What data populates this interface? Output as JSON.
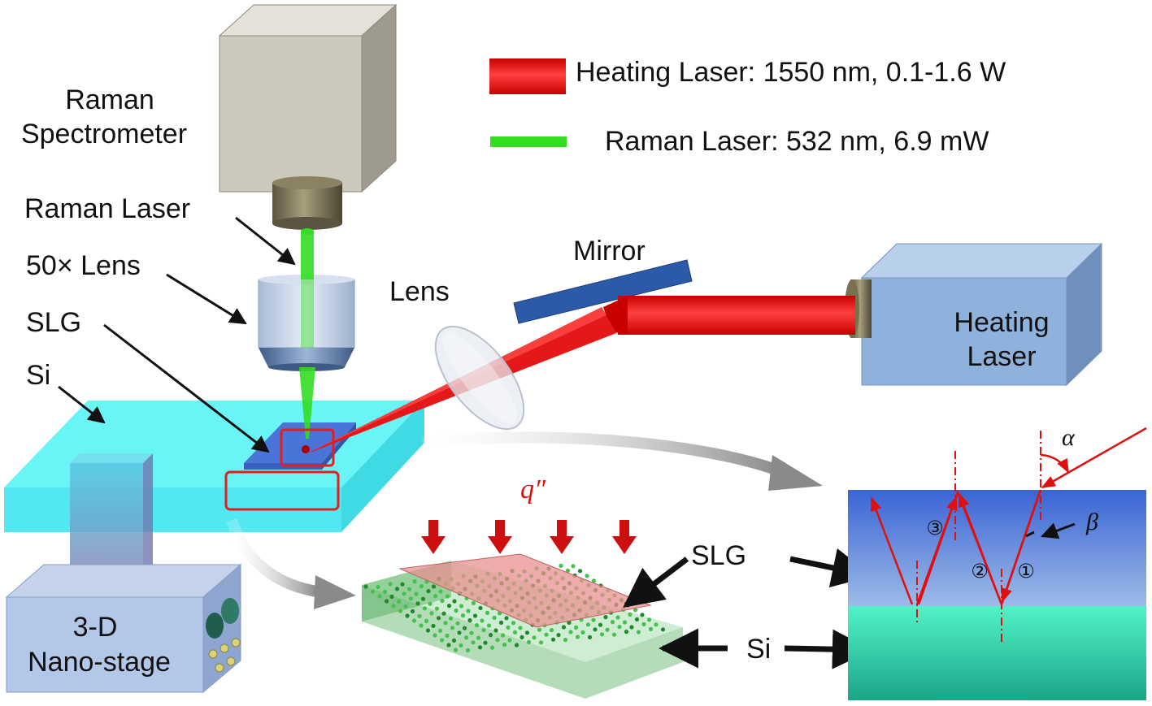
{
  "legend": {
    "heating": "Heating Laser: 1550 nm, 0.1-1.6 W",
    "raman": "Raman Laser: 532 nm, 6.9 mW"
  },
  "labels": {
    "spectrometer_line1": "Raman",
    "spectrometer_line2": "Spectrometer",
    "raman_laser": "Raman Laser",
    "lens_50x": "50× Lens",
    "slg": "SLG",
    "si": "Si",
    "lens": "Lens",
    "mirror": "Mirror",
    "heating_laser_line1": "Heating",
    "heating_laser_line2": "Laser",
    "stage_line1": "3-D",
    "stage_line2": "Nano-stage",
    "heat_flux": "q″",
    "slg_center": "SLG",
    "si_center": "Si",
    "alpha": "α",
    "beta": "β",
    "ray1": "①",
    "ray2": "②",
    "ray3": "③"
  },
  "colors": {
    "heating_beam": "#e01010",
    "raman_beam": "#33dd22",
    "substrate": "#4ff3f3",
    "slg_layer": "#4a74d8",
    "heating_laser_box": "#8fb2dc",
    "spectrometer_box": "#cbc8bc",
    "highlight_box": "#e02020"
  }
}
